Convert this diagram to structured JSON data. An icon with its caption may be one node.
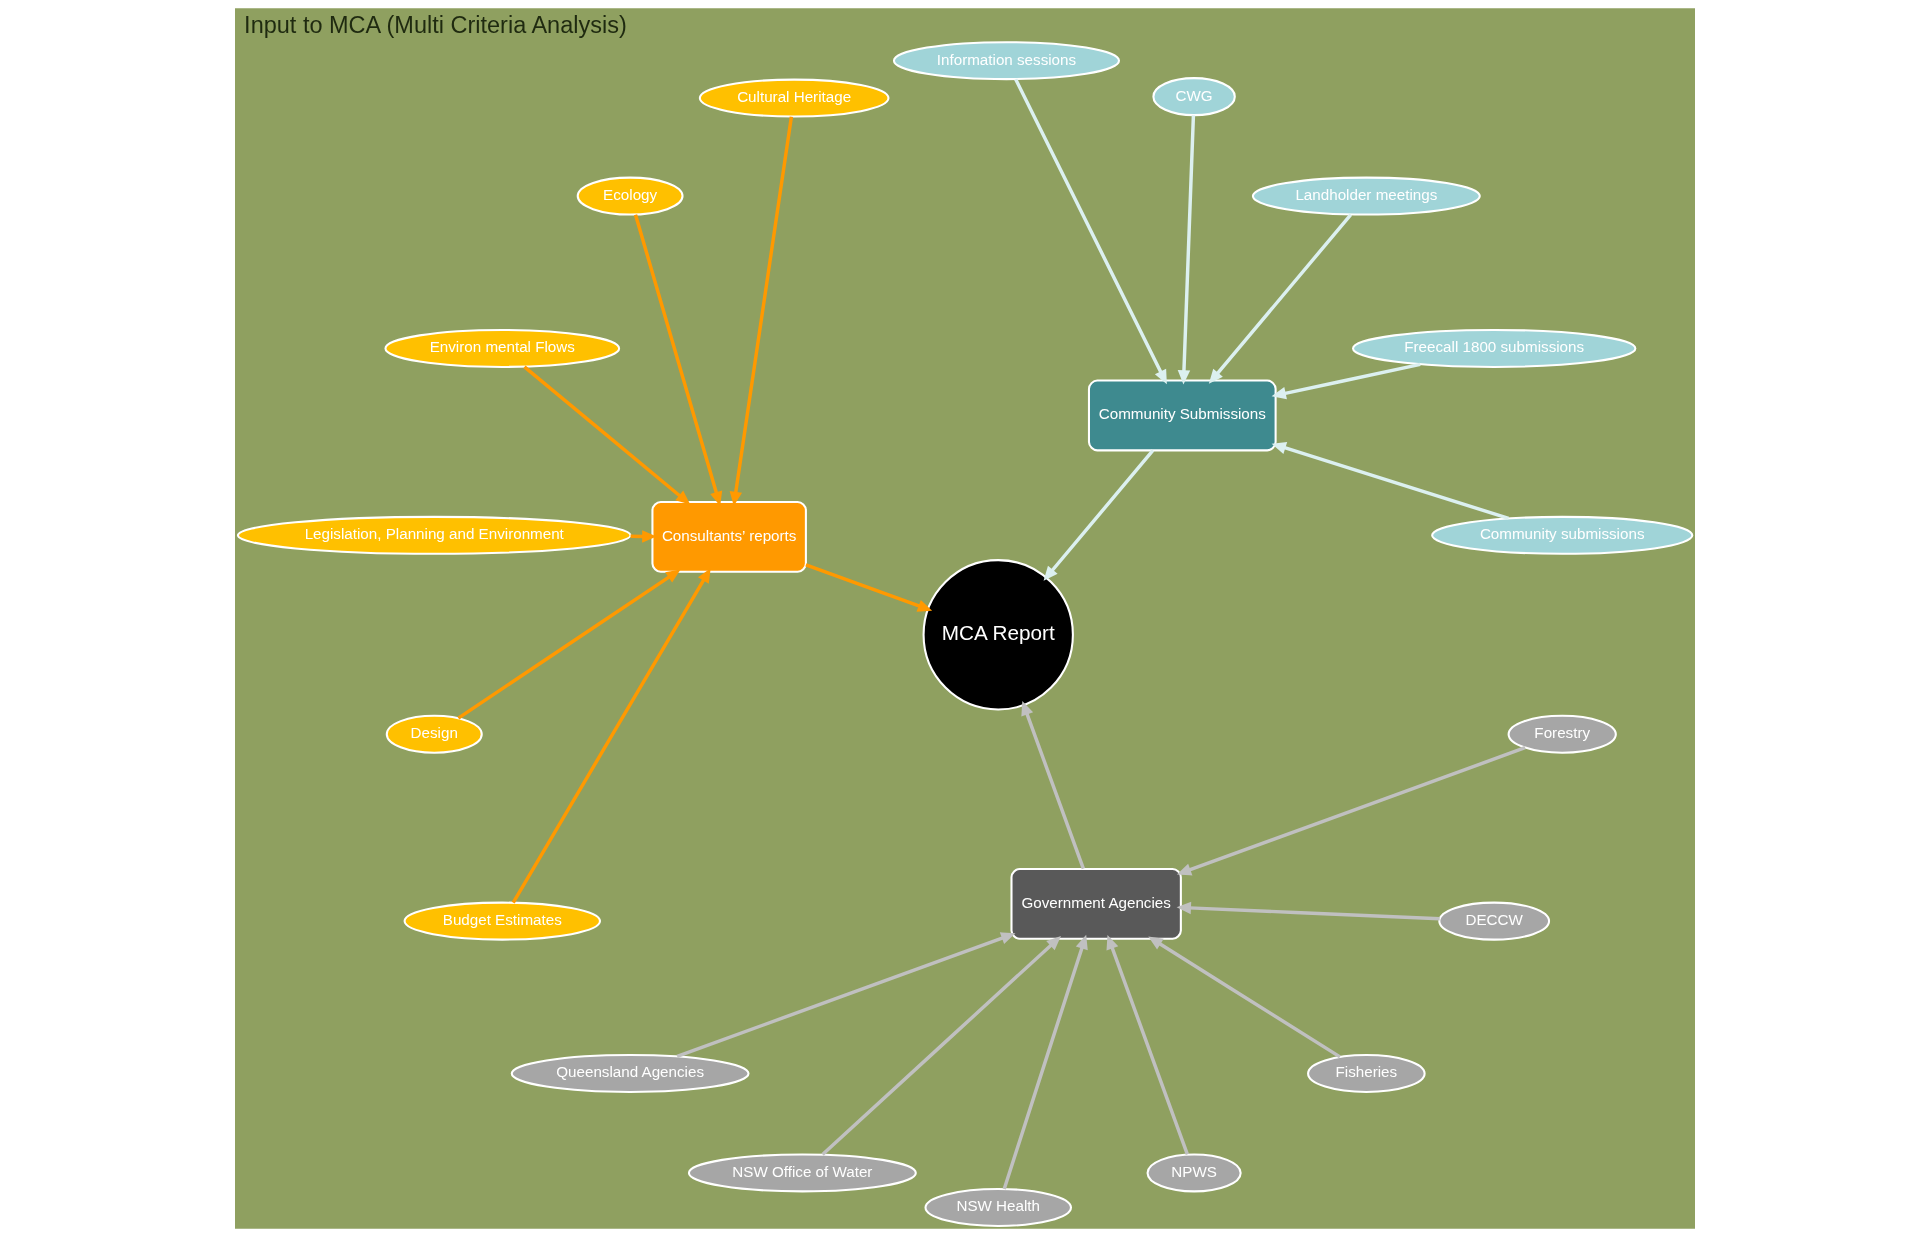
{
  "diagram": {
    "title": "Input to MCA (Multi Criteria Analysis)",
    "nodes": [
      {
        "text": [
          "Community Submissions"
        ]
      },
      {
        "text": [
          "Community submissions"
        ]
      },
      {
        "text": [
          "Freecall 1800 submissions"
        ]
      },
      {
        "text": [
          "Landholder meetings"
        ]
      },
      {
        "text": [
          "CWG"
        ]
      },
      {
        "text": [
          "Information sessions"
        ]
      },
      {
        "text": [
          "MCA Report"
        ]
      },
      {
        "text": [
          "Consultants’ reports"
        ]
      },
      {
        "text": [
          "Cultural Heritage"
        ]
      },
      {
        "text": [
          "Ecology"
        ]
      },
      {
        "text": [
          "Environ mental Flows"
        ]
      },
      {
        "text": [
          "Legislation, Planning and Environment"
        ]
      },
      {
        "text": [
          "Design"
        ]
      },
      {
        "text": [
          "Budget Estimates"
        ]
      },
      {
        "text": [
          "Government Agencies"
        ]
      },
      {
        "text": [
          "Queensland Agencies"
        ]
      },
      {
        "text": [
          "NSW Office of Water"
        ]
      },
      {
        "text": [
          "NSW Health"
        ]
      },
      {
        "text": [
          "NPWS"
        ]
      },
      {
        "text": [
          "Fisheries"
        ]
      },
      {
        "text": [
          "DECCW"
        ]
      },
      {
        "text": [
          "Forestry"
        ]
      }
    ],
    "edges": [
      {
        "from": 1,
        "to": 0,
        "arrow": "to",
        "color": "#dcf0f0"
      },
      {
        "from": 2,
        "to": 0,
        "arrow": "to",
        "color": "#dcf0f0"
      },
      {
        "from": 3,
        "to": 0,
        "arrow": "to",
        "color": "#dcf0f0"
      },
      {
        "from": 4,
        "to": 0,
        "arrow": "to",
        "color": "#dcf0f0"
      },
      {
        "from": 5,
        "to": 0,
        "arrow": "to",
        "color": "#dcf0f0"
      },
      {
        "from": 0,
        "to": 6,
        "arrow": "to",
        "color": "#dcf0f0"
      },
      {
        "from": 8,
        "to": 7,
        "arrow": "to",
        "color": "#ff9900"
      },
      {
        "from": 9,
        "to": 7,
        "arrow": "to",
        "color": "#ff9900"
      },
      {
        "from": 10,
        "to": 7,
        "arrow": "to",
        "color": "#ff9900"
      },
      {
        "from": 11,
        "to": 7,
        "arrow": "to",
        "color": "#ff9900"
      },
      {
        "from": 12,
        "to": 7,
        "arrow": "to",
        "color": "#ff9900"
      },
      {
        "from": 13,
        "to": 7,
        "arrow": "to",
        "color": "#ff9900"
      },
      {
        "from": 7,
        "to": 6,
        "arrow": "to",
        "color": "#ff9900"
      },
      {
        "from": 15,
        "to": 14,
        "arrow": "to"
      },
      {
        "from": 16,
        "to": 14,
        "arrow": "to"
      },
      {
        "from": 17,
        "to": 14,
        "arrow": "to"
      },
      {
        "from": 18,
        "to": 14,
        "arrow": "to"
      },
      {
        "from": 19,
        "to": 14,
        "arrow": "to"
      },
      {
        "from": 20,
        "to": 14,
        "arrow": "to"
      },
      {
        "from": 21,
        "to": 14,
        "arrow": "to"
      },
      {
        "from": 14,
        "to": 6,
        "arrow": "to"
      }
    ]
  }
}
